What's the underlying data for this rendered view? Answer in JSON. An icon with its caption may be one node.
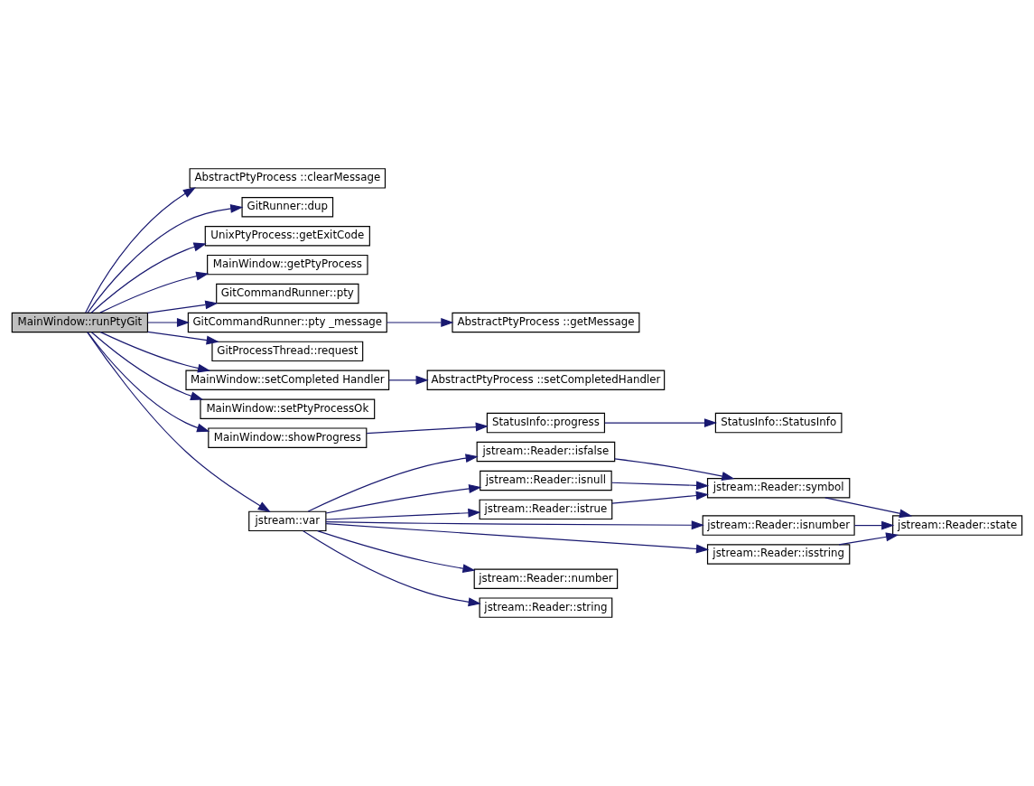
{
  "diagram": {
    "nodes": [
      {
        "text": [
          "MainWindow::runPtyGit"
        ]
      },
      {
        "text": [
          "AbstractPtyProcess ::clearMessage"
        ]
      },
      {
        "text": [
          "GitRunner::dup"
        ]
      },
      {
        "text": [
          "UnixPtyProcess::getExitCode"
        ]
      },
      {
        "text": [
          "MainWindow::getPtyProcess"
        ]
      },
      {
        "text": [
          "GitCommandRunner::pty"
        ]
      },
      {
        "text": [
          "GitCommandRunner::pty _message"
        ]
      },
      {
        "text": [
          "AbstractPtyProcess ::getMessage"
        ]
      },
      {
        "text": [
          "GitProcessThread::request"
        ]
      },
      {
        "text": [
          "MainWindow::setCompleted Handler"
        ]
      },
      {
        "text": [
          "AbstractPtyProcess ::setCompletedHandler"
        ]
      },
      {
        "text": [
          "MainWindow::setPtyProcessOk"
        ]
      },
      {
        "text": [
          "MainWindow::showProgress"
        ]
      },
      {
        "text": [
          "StatusInfo::progress"
        ]
      },
      {
        "text": [
          "StatusInfo::StatusInfo"
        ]
      },
      {
        "text": [
          "jstream::var"
        ]
      },
      {
        "text": [
          "jstream::Reader::isfalse"
        ]
      },
      {
        "text": [
          "jstream::Reader::isnull"
        ]
      },
      {
        "text": [
          "jstream::Reader::istrue"
        ]
      },
      {
        "text": [
          "jstream::Reader::symbol"
        ]
      },
      {
        "text": [
          "jstream::Reader::isnumber"
        ]
      },
      {
        "text": [
          "jstream::Reader::isstring"
        ]
      },
      {
        "text": [
          "jstream::Reader::state"
        ]
      },
      {
        "text": [
          "jstream::Reader::number"
        ]
      },
      {
        "text": [
          "jstream::Reader::string"
        ]
      }
    ],
    "edges": [
      {
        "from": 0,
        "to": 1,
        "arrow": "to"
      },
      {
        "from": 0,
        "to": 2,
        "arrow": "to"
      },
      {
        "from": 0,
        "to": 3,
        "arrow": "to"
      },
      {
        "from": 0,
        "to": 4,
        "arrow": "to"
      },
      {
        "from": 0,
        "to": 5,
        "arrow": "to"
      },
      {
        "from": 0,
        "to": 6,
        "arrow": "to"
      },
      {
        "from": 6,
        "to": 7,
        "arrow": "to"
      },
      {
        "from": 0,
        "to": 8,
        "arrow": "to"
      },
      {
        "from": 0,
        "to": 9,
        "arrow": "to"
      },
      {
        "from": 9,
        "to": 10,
        "arrow": "to"
      },
      {
        "from": 0,
        "to": 11,
        "arrow": "to"
      },
      {
        "from": 0,
        "to": 12,
        "arrow": "to"
      },
      {
        "from": 12,
        "to": 13,
        "arrow": "to"
      },
      {
        "from": 13,
        "to": 14,
        "arrow": "to"
      },
      {
        "from": 0,
        "to": 15,
        "arrow": "to"
      },
      {
        "from": 15,
        "to": 16,
        "arrow": "to"
      },
      {
        "from": 16,
        "to": 19,
        "arrow": "to"
      },
      {
        "from": 19,
        "to": 22,
        "arrow": "to"
      },
      {
        "from": 15,
        "to": 17,
        "arrow": "to"
      },
      {
        "from": 17,
        "to": 19,
        "arrow": "to"
      },
      {
        "from": 15,
        "to": 18,
        "arrow": "to"
      },
      {
        "from": 18,
        "to": 19,
        "arrow": "to"
      },
      {
        "from": 15,
        "to": 20,
        "arrow": "to"
      },
      {
        "from": 20,
        "to": 22,
        "arrow": "to"
      },
      {
        "from": 15,
        "to": 21,
        "arrow": "to"
      },
      {
        "from": 21,
        "to": 22,
        "arrow": "to"
      },
      {
        "from": 15,
        "to": 23,
        "arrow": "to"
      },
      {
        "from": 15,
        "to": 24,
        "arrow": "to"
      }
    ]
  }
}
